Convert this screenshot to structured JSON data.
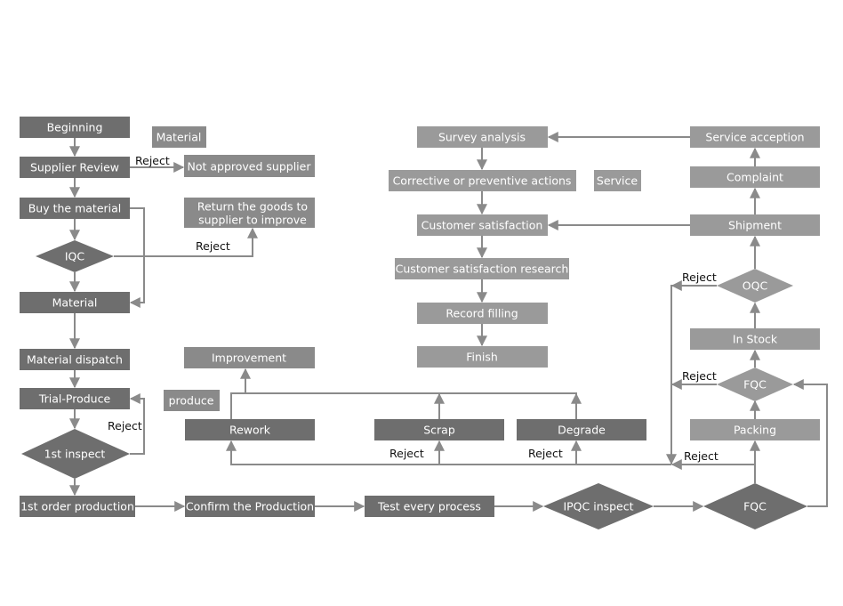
{
  "nodes": {
    "beginning": "Beginning",
    "material_tag": "Material",
    "supplier_review": "Supplier Review",
    "not_approved": "Not approved supplier",
    "buy_material": "Buy the material",
    "return_goods_1": "Return the goods to",
    "return_goods_2": "supplier to improve",
    "iqc": "IQC",
    "material": "Material",
    "material_dispatch": "Material dispatch",
    "trial_produce": "Trial-Produce",
    "first_inspect": "1st inspect",
    "first_order": "1st order production",
    "confirm_production": "Confirm the Production",
    "test_every_process": "Test every process",
    "ipqc_inspect": "IPQC inspect",
    "fqc_bottom": "FQC",
    "improvement": "Improvement",
    "produce_tag": "produce",
    "rework": "Rework",
    "scrap": "Scrap",
    "degrade": "Degrade",
    "packing": "Packing",
    "fqc_mid": "FQC",
    "in_stock": "In Stock",
    "oqc": "OQC",
    "shipment": "Shipment",
    "complaint": "Complaint",
    "service_acception": "Service acception",
    "survey_analysis": "Survey analysis",
    "corrective": "Corrective or preventive actions",
    "service_tag": "Service",
    "customer_satisfaction": "Customer satisfaction",
    "satisfaction_research": "Customer satisfaction research",
    "record_filling": "Record filling",
    "finish": "Finish"
  },
  "edge_labels": {
    "reject": "Reject"
  },
  "colors": {
    "dark": "#6e6e6e",
    "light": "#9a9a9a",
    "line": "#8a8a8a"
  }
}
